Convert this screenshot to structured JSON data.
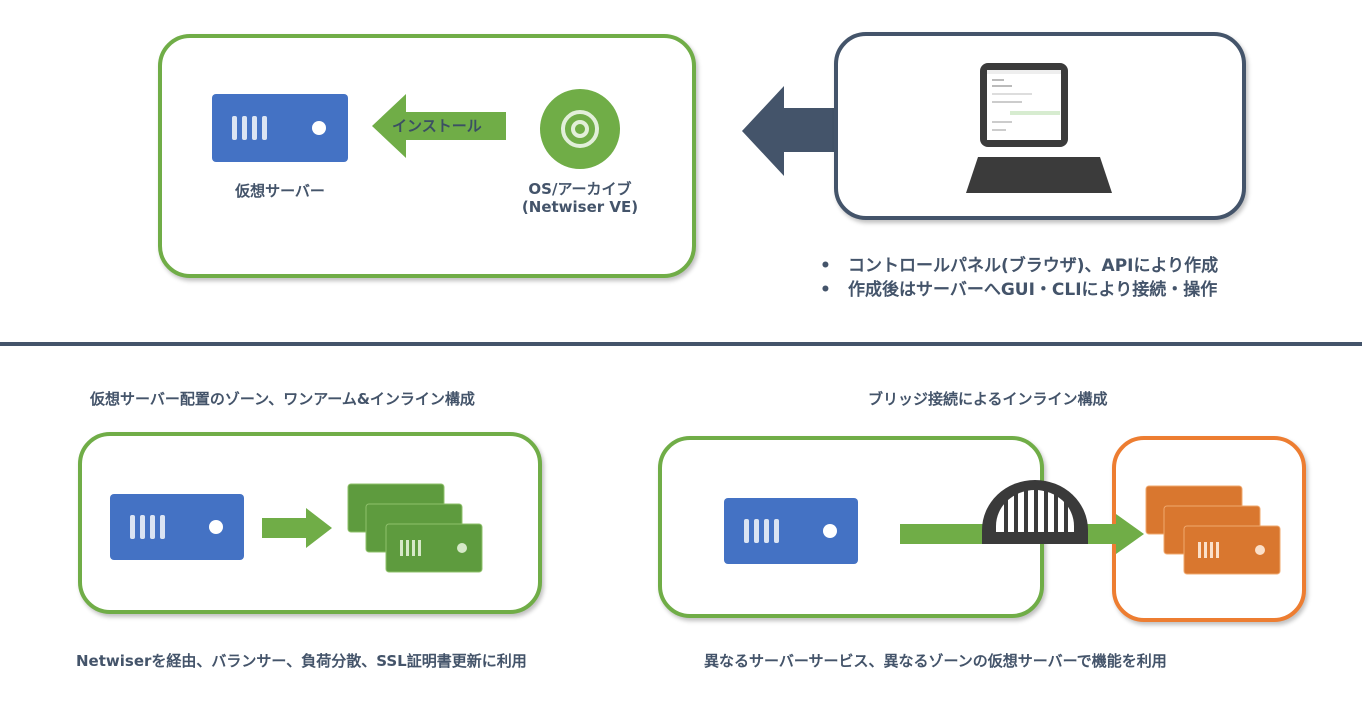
{
  "top": {
    "server_label": "仮想サーバー",
    "install_label": "インストール",
    "disc_label_line1": "OS/アーカイブ",
    "disc_label_line2": "(Netwiser VE)",
    "bullets": [
      "コントロールパネル(ブラウザ)、APIにより作成",
      "作成後はサーバーへGUI・CLIにより接続・操作"
    ]
  },
  "bottom_left": {
    "title": "仮想サーバー配置のゾーン、ワンアーム&インライン構成",
    "caption": "Netwiserを経由、バランサー、負荷分散、SSL証明書更新に利用"
  },
  "bottom_right": {
    "title": "ブリッジ接続によるインライン構成",
    "caption": "異なるサーバーサービス、異なるゾーンの仮想サーバーで機能を利用"
  },
  "colors": {
    "navy": "#44546a",
    "green": "#70ad47",
    "server_blue": "#4472c4",
    "green_server": "#5e9b3e",
    "orange": "#ed7d31",
    "orange_server": "#d9772f"
  },
  "icons": [
    "server-icon",
    "disc-icon",
    "laptop-icon",
    "arrow-left-icon",
    "arrow-right-icon",
    "bridge-icon",
    "server-stack-icon"
  ]
}
